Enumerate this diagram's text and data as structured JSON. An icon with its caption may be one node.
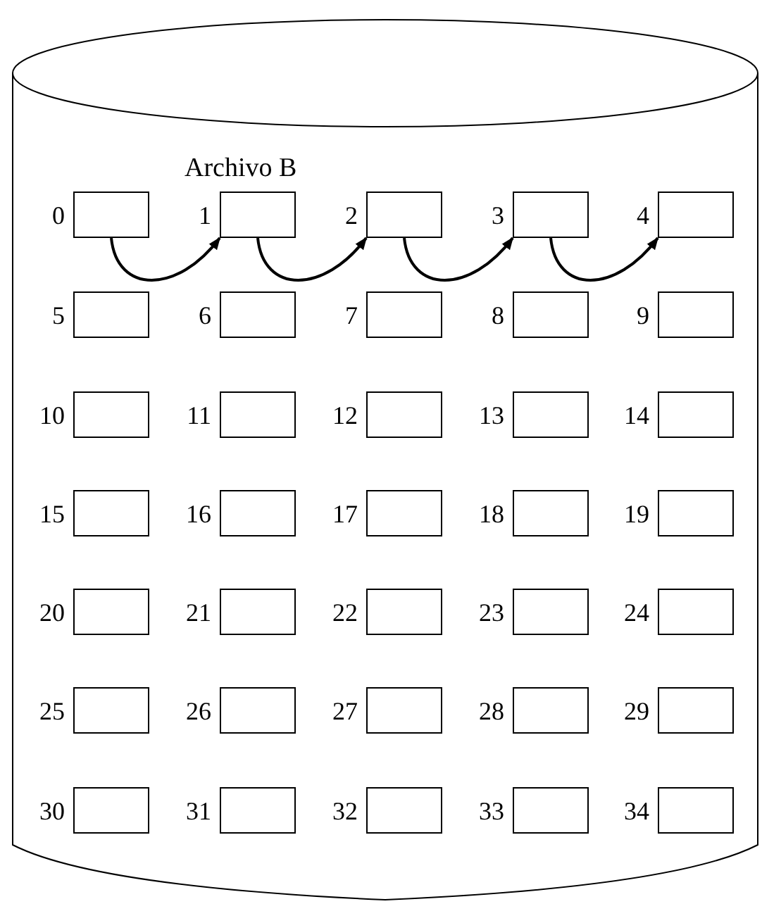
{
  "diagram": {
    "nodes": [
      {
        "text": [],
        "shape": "cylinder"
      },
      {
        "text": [],
        "shape": "box",
        "in": 0,
        "beside": [
          "0"
        ]
      },
      {
        "text": [],
        "shape": "box",
        "in": 0,
        "beside": [
          "1"
        ]
      },
      {
        "text": [],
        "shape": "box",
        "in": 0,
        "beside": [
          "2"
        ]
      },
      {
        "text": [],
        "shape": "box",
        "in": 0,
        "beside": [
          "3"
        ]
      },
      {
        "text": [],
        "shape": "box",
        "in": 0,
        "beside": [
          "4"
        ]
      },
      {
        "text": [],
        "shape": "box",
        "in": 0,
        "beside": [
          "5"
        ]
      },
      {
        "text": [],
        "shape": "box",
        "in": 0,
        "beside": [
          "6"
        ]
      },
      {
        "text": [],
        "shape": "box",
        "in": 0,
        "beside": [
          "7"
        ]
      },
      {
        "text": [],
        "shape": "box",
        "in": 0,
        "beside": [
          "8"
        ]
      },
      {
        "text": [],
        "shape": "box",
        "in": 0,
        "beside": [
          "9"
        ]
      },
      {
        "text": [],
        "shape": "box",
        "in": 0,
        "beside": [
          "10"
        ]
      },
      {
        "text": [],
        "shape": "box",
        "in": 0,
        "beside": [
          "11"
        ]
      },
      {
        "text": [],
        "shape": "box",
        "in": 0,
        "beside": [
          "12"
        ]
      },
      {
        "text": [],
        "shape": "box",
        "in": 0,
        "beside": [
          "13"
        ]
      },
      {
        "text": [],
        "shape": "box",
        "in": 0,
        "beside": [
          "14"
        ]
      },
      {
        "text": [],
        "shape": "box",
        "in": 0,
        "beside": [
          "15"
        ]
      },
      {
        "text": [],
        "shape": "box",
        "in": 0,
        "beside": [
          "16"
        ]
      },
      {
        "text": [],
        "shape": "box",
        "in": 0,
        "beside": [
          "17"
        ]
      },
      {
        "text": [],
        "shape": "box",
        "in": 0,
        "beside": [
          "18"
        ]
      },
      {
        "text": [],
        "shape": "box",
        "in": 0,
        "beside": [
          "19"
        ]
      },
      {
        "text": [],
        "shape": "box",
        "in": 0,
        "beside": [
          "20"
        ]
      },
      {
        "text": [],
        "shape": "box",
        "in": 0,
        "beside": [
          "21"
        ]
      },
      {
        "text": [],
        "shape": "box",
        "in": 0,
        "beside": [
          "22"
        ]
      },
      {
        "text": [],
        "shape": "box",
        "in": 0,
        "beside": [
          "23"
        ]
      },
      {
        "text": [],
        "shape": "box",
        "in": 0,
        "beside": [
          "24"
        ]
      },
      {
        "text": [],
        "shape": "box",
        "in": 0,
        "beside": [
          "25"
        ]
      },
      {
        "text": [],
        "shape": "box",
        "in": 0,
        "beside": [
          "26"
        ]
      },
      {
        "text": [],
        "shape": "box",
        "in": 0,
        "beside": [
          "27"
        ]
      },
      {
        "text": [],
        "shape": "box",
        "in": 0,
        "beside": [
          "28"
        ]
      },
      {
        "text": [],
        "shape": "box",
        "in": 0,
        "beside": [
          "29"
        ]
      },
      {
        "text": [],
        "shape": "box",
        "in": 0,
        "beside": [
          "30"
        ]
      },
      {
        "text": [],
        "shape": "box",
        "in": 0,
        "beside": [
          "31"
        ]
      },
      {
        "text": [],
        "shape": "box",
        "in": 0,
        "beside": [
          "32"
        ]
      },
      {
        "text": [],
        "shape": "box",
        "in": 0,
        "beside": [
          "33"
        ]
      },
      {
        "text": [],
        "shape": "box",
        "in": 0,
        "beside": [
          "34"
        ]
      }
    ],
    "edges": [
      {
        "from": 1,
        "to": 2,
        "arrow": "to"
      },
      {
        "from": 2,
        "to": 3,
        "arrow": "to"
      },
      {
        "from": 3,
        "to": 4,
        "arrow": "to"
      },
      {
        "from": 4,
        "to": 5,
        "arrow": "to"
      }
    ],
    "labels": [
      "Archivo B"
    ]
  }
}
